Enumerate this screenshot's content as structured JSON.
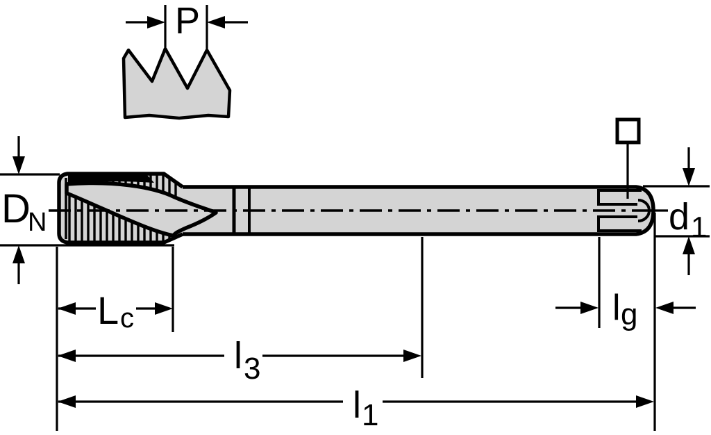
{
  "diagram": {
    "type": "technical-drawing",
    "subject": "Machine tap (threading tool) side view with dimension callouts",
    "colors": {
      "body_fill": "#d4d4d4",
      "line": "#000000",
      "background": "#ffffff"
    },
    "symbols": [
      {
        "name": "square-drive",
        "shape": "square-outline"
      }
    ],
    "dimensions": {
      "pitch": {
        "base": "P",
        "sub": ""
      },
      "nominal_diameter": {
        "base": "D",
        "sub": "N"
      },
      "shank_diameter": {
        "base": "d",
        "sub": "1"
      },
      "chamfer_length": {
        "base": "L",
        "sub": "c"
      },
      "square_length": {
        "base": "l",
        "sub": "g"
      },
      "thread_length": {
        "base": "l",
        "sub": "3"
      },
      "overall_length": {
        "base": "l",
        "sub": "1"
      }
    }
  }
}
